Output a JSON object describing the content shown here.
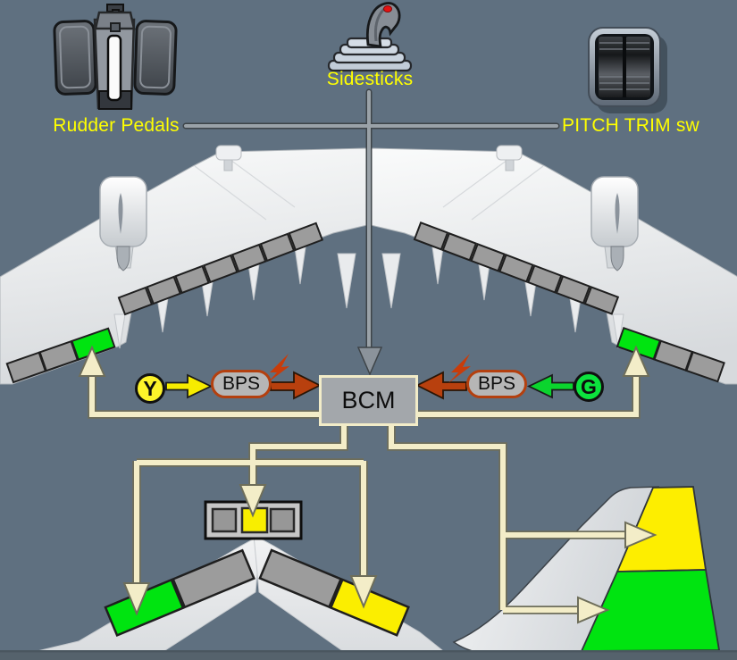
{
  "labels": {
    "rudder_pedals": "Rudder Pedals",
    "sidesticks": "Sidesticks",
    "pitch_trim": "PITCH TRIM sw"
  },
  "nodes": {
    "bcm": "BCM",
    "bps_left": "BPS",
    "bps_right": "BPS",
    "hyd_yellow": "Y",
    "hyd_green": "G"
  },
  "colors": {
    "background": "#5f7080",
    "label_text": "#ffff00",
    "yellow_source": "#fdf32a",
    "green_source": "#0ce33e",
    "bps_border": "#b4400f",
    "signal_line_cream": "#f3edc8",
    "red_arrow": "#b8400e",
    "active_green_surface": "#00e410",
    "active_yellow_surface": "#fbee00",
    "inactive_surface_gray": "#9c9c9c"
  }
}
